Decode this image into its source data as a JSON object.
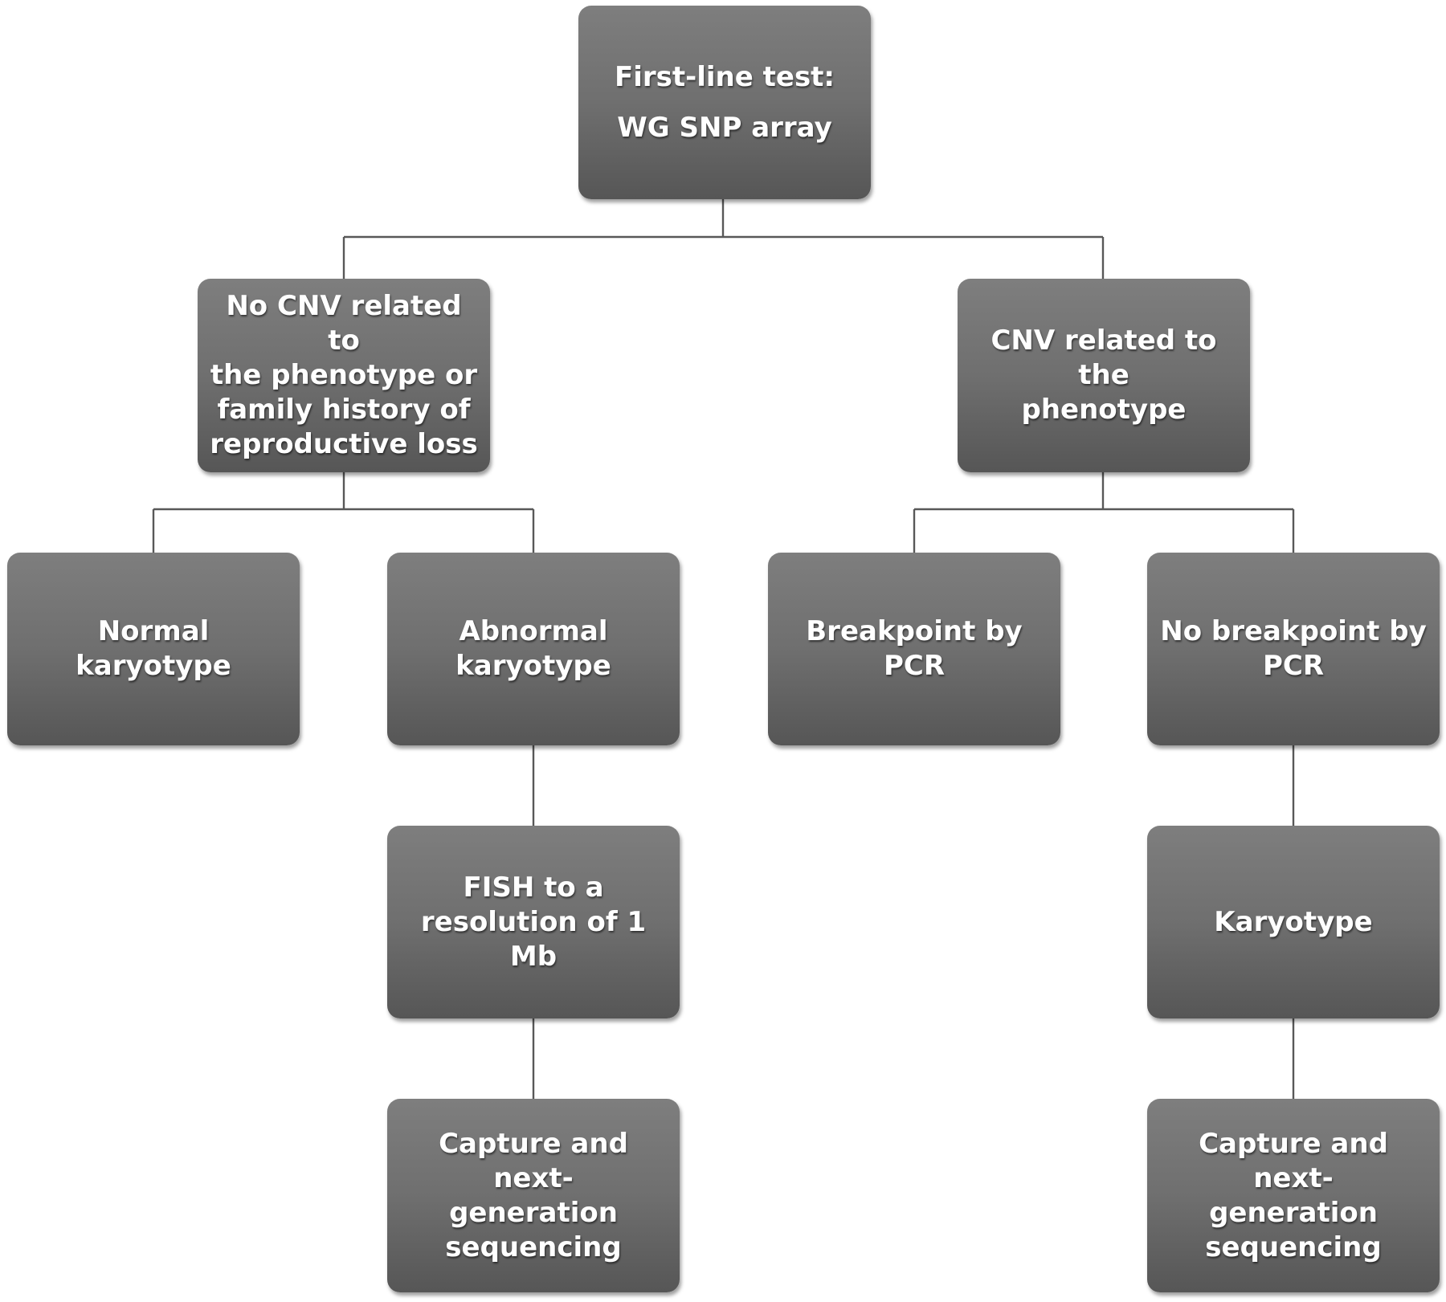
{
  "nodes": {
    "root": {
      "lines": [
        "First-line test:",
        "WG SNP array"
      ]
    },
    "no_cnv": {
      "lines": [
        "No CNV related to",
        "the phenotype or",
        "family history of",
        "reproductive loss"
      ]
    },
    "cnv": {
      "lines": [
        "CNV related to the",
        "phenotype"
      ]
    },
    "normal_karyotype": {
      "lines": [
        "Normal karyotype"
      ]
    },
    "abnormal_karyotype": {
      "lines": [
        "Abnormal",
        "karyotype"
      ]
    },
    "breakpoint_pcr": {
      "lines": [
        "Breakpoint by PCR"
      ]
    },
    "no_breakpoint_pcr": {
      "lines": [
        "No breakpoint by",
        "PCR"
      ]
    },
    "fish": {
      "lines": [
        "FISH to a",
        "resolution of 1 Mb"
      ]
    },
    "karyotype": {
      "lines": [
        "Karyotype"
      ]
    },
    "ngs_left": {
      "lines": [
        "Capture and next-",
        "generation",
        "sequencing"
      ]
    },
    "ngs_right": {
      "lines": [
        "Capture and next-",
        "generation",
        "sequencing"
      ]
    }
  },
  "edges": [
    [
      "root",
      "no_cnv"
    ],
    [
      "root",
      "cnv"
    ],
    [
      "no_cnv",
      "normal_karyotype"
    ],
    [
      "no_cnv",
      "abnormal_karyotype"
    ],
    [
      "cnv",
      "breakpoint_pcr"
    ],
    [
      "cnv",
      "no_breakpoint_pcr"
    ],
    [
      "abnormal_karyotype",
      "fish"
    ],
    [
      "fish",
      "ngs_left"
    ],
    [
      "no_breakpoint_pcr",
      "karyotype"
    ],
    [
      "karyotype",
      "ngs_right"
    ]
  ]
}
